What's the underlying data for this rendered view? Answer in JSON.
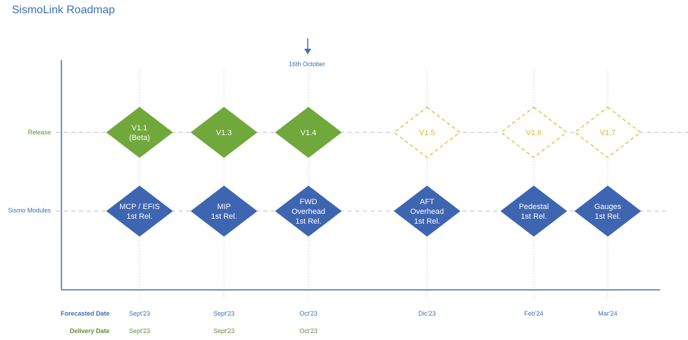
{
  "title": "SismoLink Roadmap",
  "today_marker": "16th October",
  "rows": {
    "release": "Release",
    "modules": "Sismo Modules",
    "forecasted": "Forecasted Date",
    "delivery": "Delivery Date"
  },
  "colors": {
    "delivered": "#70a83b",
    "planned": "#e6b52e",
    "module": "#3e65b0",
    "axis": "#3a6fb5",
    "forecast_label": "#3a6fb5",
    "delivery_label": "#5e8f2f"
  },
  "milestones": [
    {
      "release": [
        "V1.1",
        "(Beta)"
      ],
      "release_status": "delivered",
      "module": [
        "MCP / EFIS",
        "1st Rel."
      ],
      "forecast": "Sept'23",
      "delivery": "Sept'23"
    },
    {
      "release": [
        "V1.3"
      ],
      "release_status": "delivered",
      "module": [
        "MIP",
        "1st Rel."
      ],
      "forecast": "Sept'23",
      "delivery": "Sept'23"
    },
    {
      "release": [
        "V1.4"
      ],
      "release_status": "delivered",
      "module": [
        "FWD",
        "Overhead",
        "1st Rel."
      ],
      "forecast": "Oct'23",
      "delivery": "Oct'23"
    },
    {
      "release": [
        "V1.5"
      ],
      "release_status": "planned",
      "module": [
        "AFT",
        "Overhead",
        "1st Rel."
      ],
      "forecast": "Dic'23",
      "delivery": ""
    },
    {
      "release": [
        "V1.6"
      ],
      "release_status": "planned",
      "module": [
        "Pedestal",
        "1st Rel."
      ],
      "forecast": "Feb'24",
      "delivery": ""
    },
    {
      "release": [
        "V1.7"
      ],
      "release_status": "planned",
      "module": [
        "Gauges",
        "1st Rel."
      ],
      "forecast": "Mar'24",
      "delivery": ""
    }
  ]
}
